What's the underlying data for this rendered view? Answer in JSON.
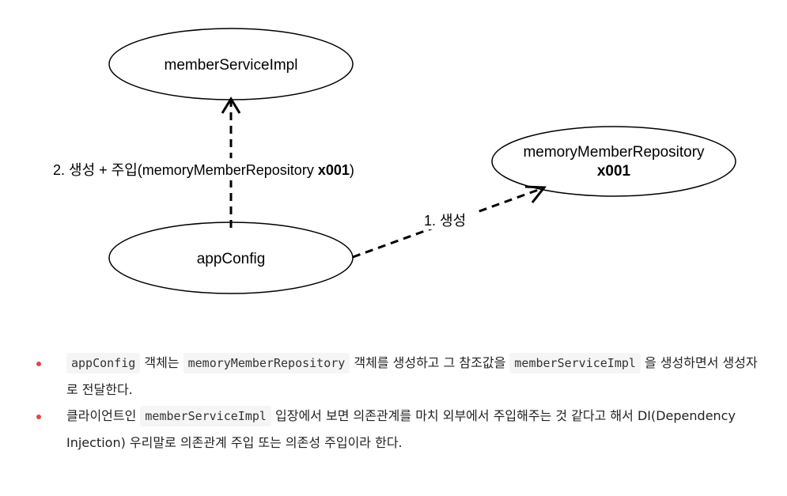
{
  "diagram": {
    "nodes": {
      "service_impl": "memberServiceImpl",
      "repository": "memoryMemberRepository",
      "repository_id": "x001",
      "app_config": "appConfig"
    },
    "edges": {
      "inject_prefix": "2. 생성 + 주입(memoryMemberRepository ",
      "inject_ref": "x001",
      "inject_suffix": ")",
      "create": "1. 생성"
    }
  },
  "notes": [
    {
      "a_code": "appConfig",
      "b_text": " 객체는 ",
      "c_code": "memoryMemberRepository",
      "d_text": " 객체를 생성하고 그 참조값을 ",
      "e_code": "memberServiceImpl",
      "f_text": " 을 생성하면서 생성자로 전달한다."
    },
    {
      "a_text": "클라이언트인 ",
      "b_code": "memberServiceImpl",
      "c_text": " 입장에서 보면 의존관계를 마치 외부에서 주입해주는 것 같다고 해서 DI(Dependency Injection) 우리말로 의존관계 주입 또는 의존성 주입이라 한다."
    }
  ]
}
